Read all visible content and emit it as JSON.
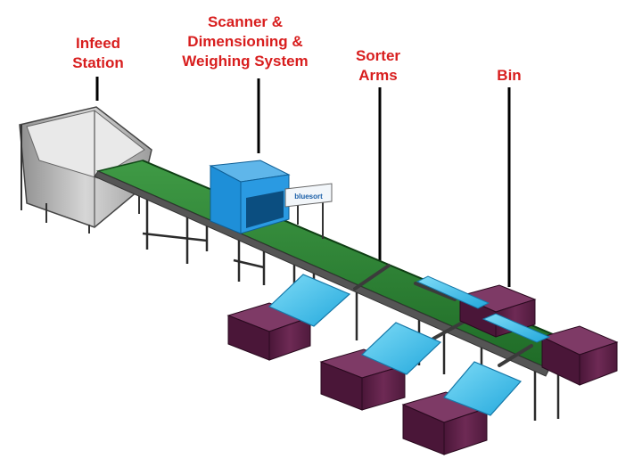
{
  "labels": {
    "infeed": "Infeed\nStation",
    "scanner": "Scanner &\nDimensioning &\nWeighing System",
    "sorter_arms": "Sorter\nArms",
    "bin": "Bin"
  },
  "machine_sign": "bluesort",
  "colors": {
    "label_text": "#d81e1e",
    "conveyor_belt": "#2e7d32",
    "scanner_tunnel": "#1e8fd8",
    "chute": "#35c1ec",
    "bin": "#5c1f45",
    "frame": "#2b2b2b",
    "infeed_body": "#b9b9b9"
  }
}
